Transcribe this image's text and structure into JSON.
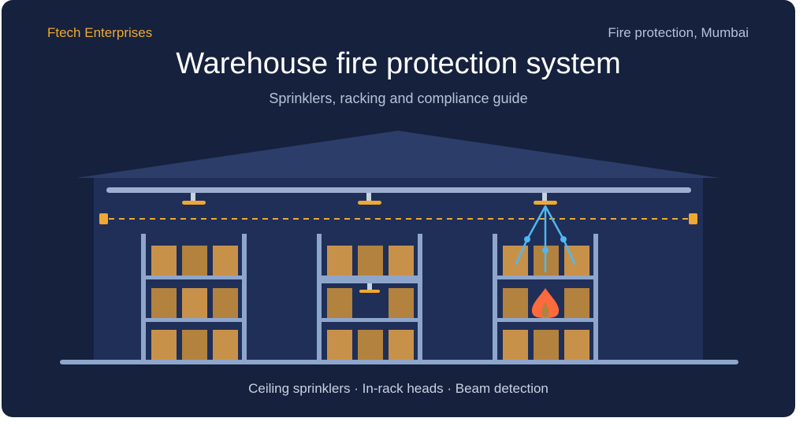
{
  "header": {
    "brand": "Ftech Enterprises",
    "location": "Fire protection, Mumbai",
    "title": "Warehouse fire protection system",
    "subtitle": "Sprinklers, racking and compliance guide"
  },
  "illustration": {
    "racks": [
      "rack-left",
      "rack-center",
      "rack-right"
    ],
    "icons": [
      "warehouse-roof",
      "sprinkler-pipe",
      "ceiling-sprinkler",
      "in-rack-sprinkler",
      "beam-detector",
      "fire-flame",
      "water-spray"
    ]
  },
  "footer": {
    "caption": "Ceiling sprinklers · In-rack heads · Beam detection"
  },
  "colors": {
    "background": "#15213d",
    "roof": "#2c3d6a",
    "wall": "#1f2f58",
    "rack": "#8fa6cc",
    "box_light": "#c8914a",
    "box_dark": "#b2823e",
    "sprinkler": "#f0a830",
    "flame": "#ff6a3d",
    "water": "#4fb8f0",
    "brand": "#f0a830"
  }
}
